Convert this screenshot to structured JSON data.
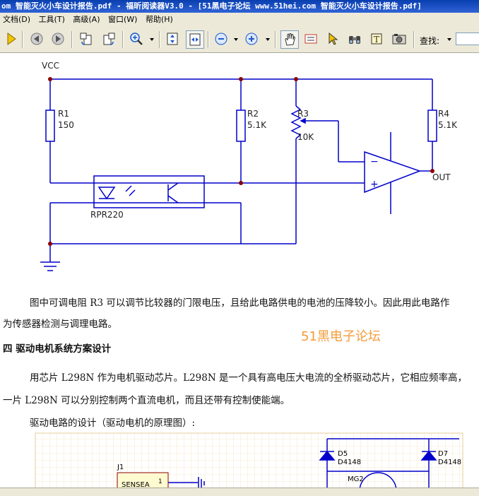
{
  "window": {
    "title": "om 智能灭火小车设计报告.pdf - 福昕阅读器V3.0 - [51黑电子论坛 www.51hei.com 智能灭火小车设计报告.pdf]"
  },
  "menu": {
    "items": [
      "文档(D)",
      "工具(T)",
      "高级(A)",
      "窗口(W)",
      "帮助(H)"
    ]
  },
  "toolbar": {
    "find_label": "查找:",
    "find_value": ""
  },
  "circuit": {
    "vcc": "VCC",
    "r1": {
      "name": "R1",
      "value": "150"
    },
    "r2": {
      "name": "R2",
      "value": "5.1K"
    },
    "r3": {
      "name": "R3",
      "value": "10K"
    },
    "r4": {
      "name": "R4",
      "value": "5.1K"
    },
    "out": "OUT",
    "sensor": "RPR220",
    "minus": "−",
    "plus": "+"
  },
  "document": {
    "para1_line1": "图中可调电阻 R3 可以调节比较器的门限电压，且给此电路供电的电池的压降较小。因此用此电路作",
    "para1_line2": "为传感器检测与调理电路。",
    "watermark": "51黑电子论坛",
    "section_heading": "四  驱动电机系统方案设计",
    "para2_line1": "用芯片 L298N 作为电机驱动芯片。L298N 是一个具有高电压大电流的全桥驱动芯片，它相应频率高，",
    "para2_line2": "一片 L298N 可以分别控制两个直流电机，而且还带有控制使能端。",
    "para3": "驱动电路的设计（驱动电机的原理图）:"
  },
  "schematic2": {
    "j1": "J1",
    "sensea": "SENSEA",
    "pin1": "1",
    "d5_name": "D5",
    "d5_part": "D4148",
    "d7_name": "D7",
    "d7_part": "D4148",
    "mg": "MG2"
  }
}
